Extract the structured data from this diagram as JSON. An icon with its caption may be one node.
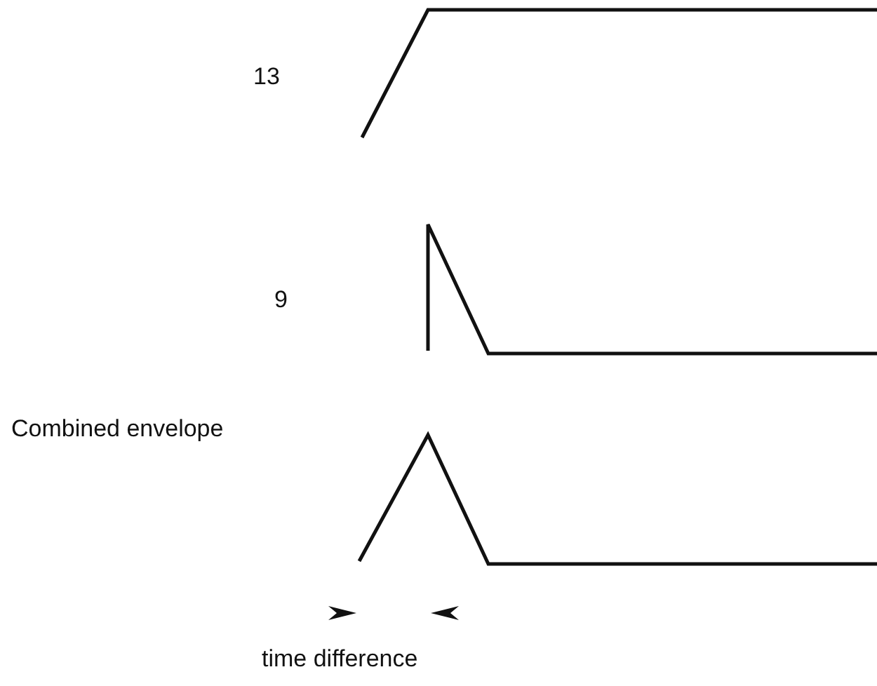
{
  "diagram": {
    "labels": [
      "13",
      "9",
      "Combined envelope",
      "time difference"
    ]
  }
}
